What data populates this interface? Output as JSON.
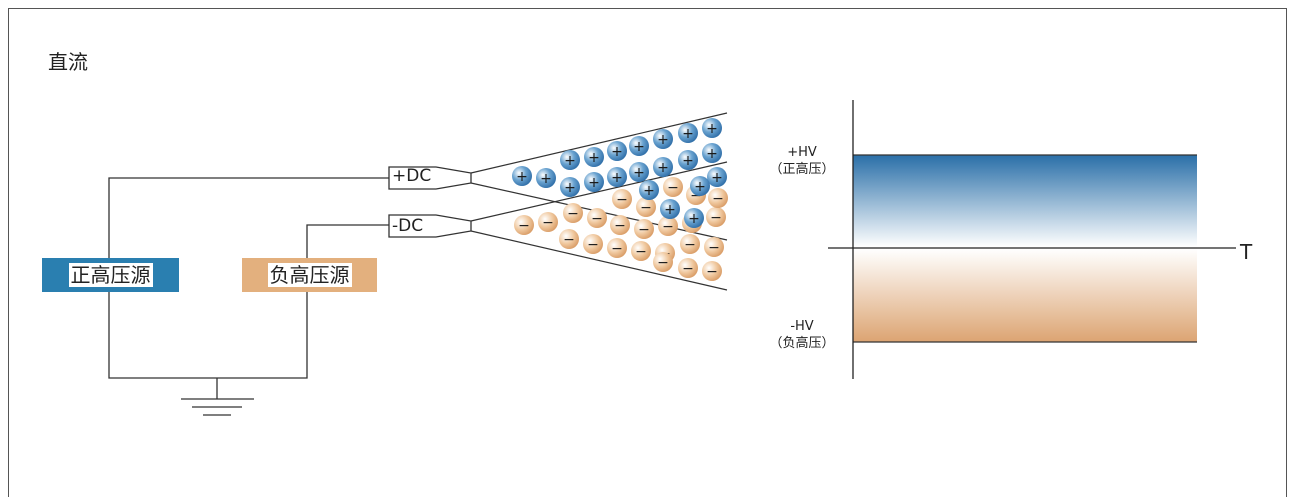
{
  "title": "直流",
  "sources": {
    "positive": "正高压源",
    "negative": "负高压源"
  },
  "outputs": {
    "positive": "+DC",
    "negative": "-DC"
  },
  "charges": {
    "positive": "+",
    "negative": "−"
  },
  "waveform": {
    "pos_label_line1": "+HV",
    "pos_label_line2": "（正高压）",
    "neg_label_line1": "-HV",
    "neg_label_line2": "（负高压）",
    "axis_label": "T"
  },
  "colors": {
    "positive_blue": "#2a7fb0",
    "negative_orange": "#e3b07e",
    "line": "#333333"
  }
}
